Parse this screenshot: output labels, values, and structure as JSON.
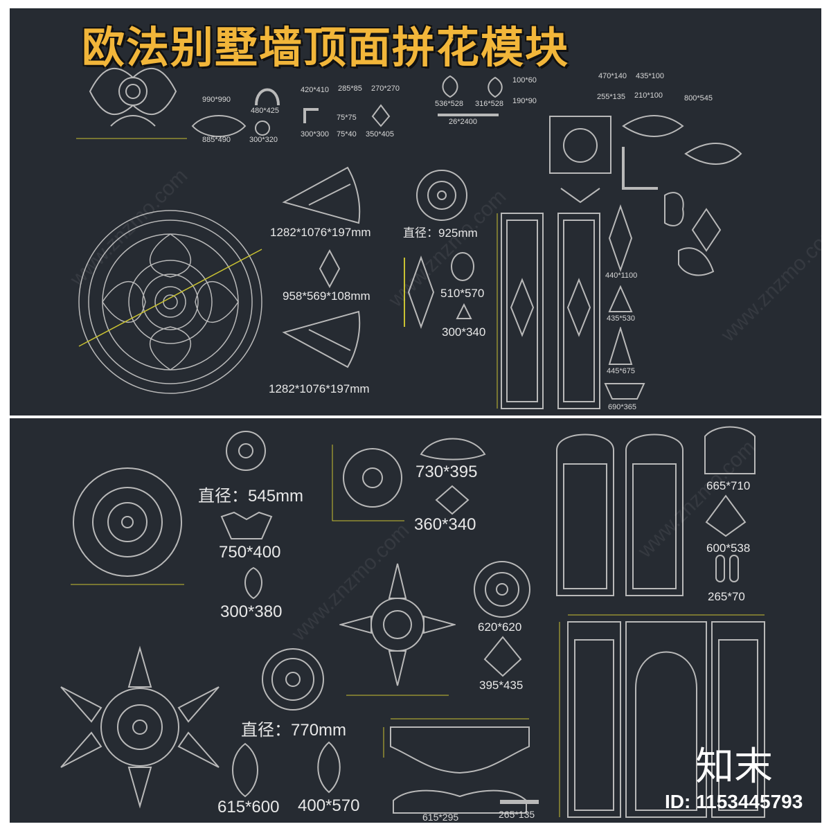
{
  "title": "欧法别墅墙顶面拼花模块",
  "logo": "知末",
  "id_label": "ID: 1153445793",
  "watermark": "www.znzmo.com",
  "colors": {
    "panel": "#262b32",
    "ornament": "#b9b9b9",
    "title": "#f2b63a",
    "dimension": "#c9c232"
  },
  "top_labels": {
    "a": "990*990",
    "b": "480*425",
    "c": "885*490",
    "d": "300*320",
    "e": "420*410",
    "f": "285*85",
    "g": "270*270",
    "h": "300*300",
    "i": "75*75",
    "j": "75*40",
    "k": "350*405",
    "l": "536*528",
    "m": "316*528",
    "n": "100*60",
    "o": "190*90",
    "p": "26*2400",
    "q": "470*140",
    "r": "435*100",
    "s": "255*135",
    "t": "210*100",
    "u": "800*545",
    "v": "1282*1076*197mm",
    "w": "958*569*108mm",
    "x": "1282*1076*197mm",
    "y": "直径：925mm",
    "z": "510*570",
    "aa": "300*340",
    "ab": "440*1100",
    "ac": "435*530",
    "ad": "445*675",
    "ae": "690*365"
  },
  "bottom_labels": {
    "a": "直径：545mm",
    "b": "750*400",
    "c": "300*380",
    "d": "730*395",
    "e": "360*340",
    "f": "665*710",
    "g": "600*538",
    "h": "265*70",
    "i": "620*620",
    "j": "395*435",
    "k": "直径：770mm",
    "l": "615*600",
    "m": "400*570",
    "n": "615*295",
    "o": "265*135"
  }
}
